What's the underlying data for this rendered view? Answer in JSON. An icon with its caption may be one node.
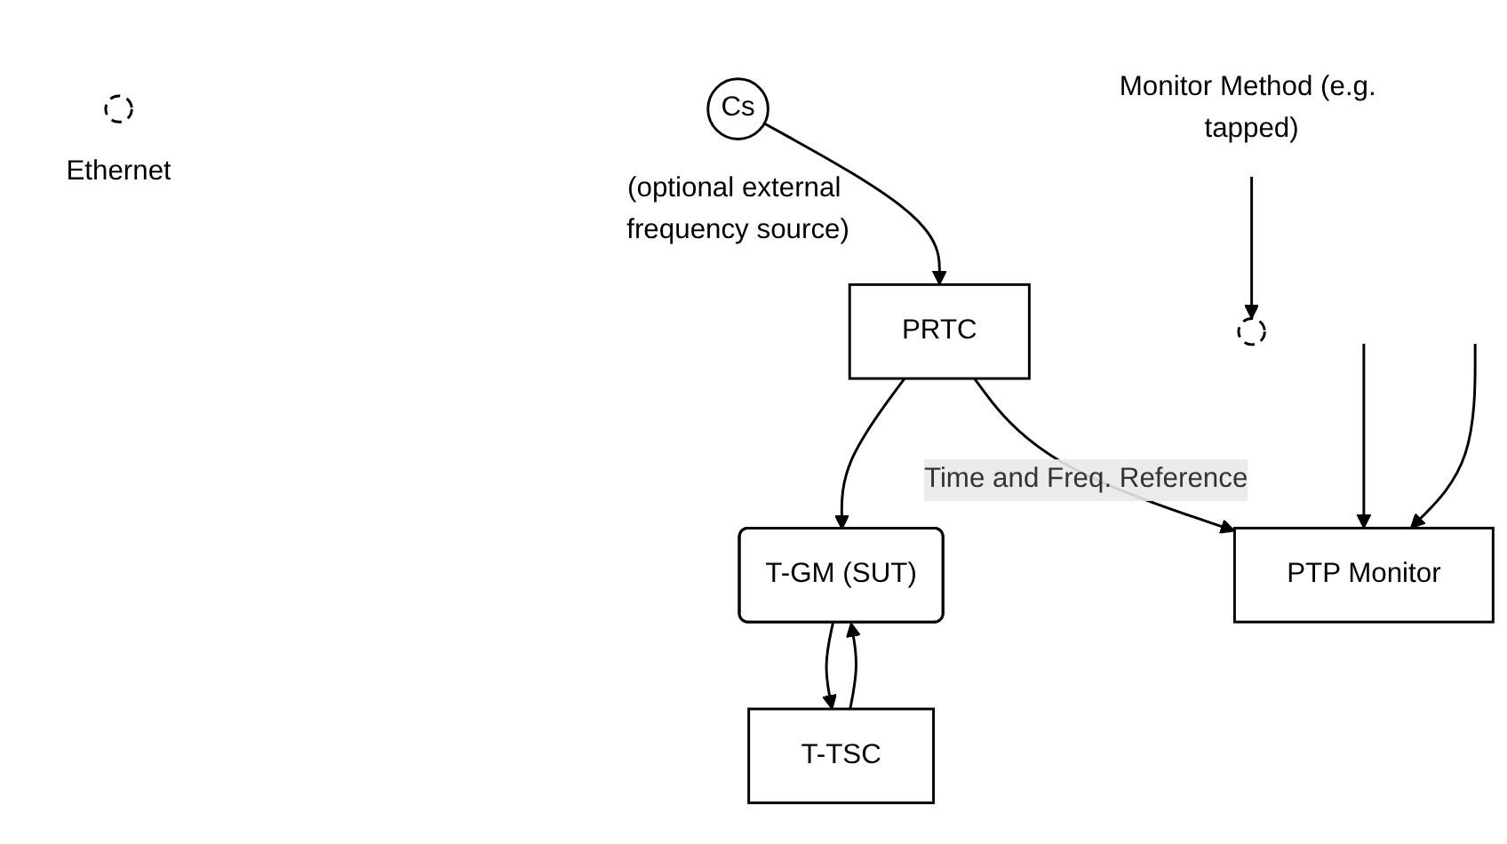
{
  "diagram": {
    "nodes": [
      {
        "text": [
          "Cs"
        ],
        "beside": [
          "(optional external frequency source)"
        ]
      },
      {
        "text": [
          "PRTC"
        ]
      },
      {
        "text": [
          "PTP Monitor"
        ]
      },
      {
        "text": [
          "T-GM (SUT)"
        ]
      },
      {
        "text": [
          "T-TSC"
        ]
      },
      {
        "text": [],
        "shape": "ellipse",
        "beside": [
          "Ethernet"
        ]
      },
      {
        "text": [],
        "shape": "ellipse"
      },
      {
        "text": [
          "Monitor Method (e.g. tapped)"
        ]
      }
    ],
    "edges": [
      {
        "from": 0,
        "to": 1,
        "arrow": "to"
      },
      {
        "from": 1,
        "to": 3,
        "arrow": "to"
      },
      {
        "from": 1,
        "to": 2,
        "arrow": "to",
        "label": "Time and Freq. Reference"
      },
      {
        "from": 4,
        "to": 3,
        "arrow": "to"
      },
      {
        "from": 3,
        "to": 4,
        "arrow": "to"
      },
      {
        "from": null,
        "to": 2,
        "arrow": "to"
      },
      {
        "from": null,
        "to": 2,
        "arrow": "to"
      },
      {
        "from": 7,
        "to": 6,
        "arrow": "to"
      }
    ]
  }
}
